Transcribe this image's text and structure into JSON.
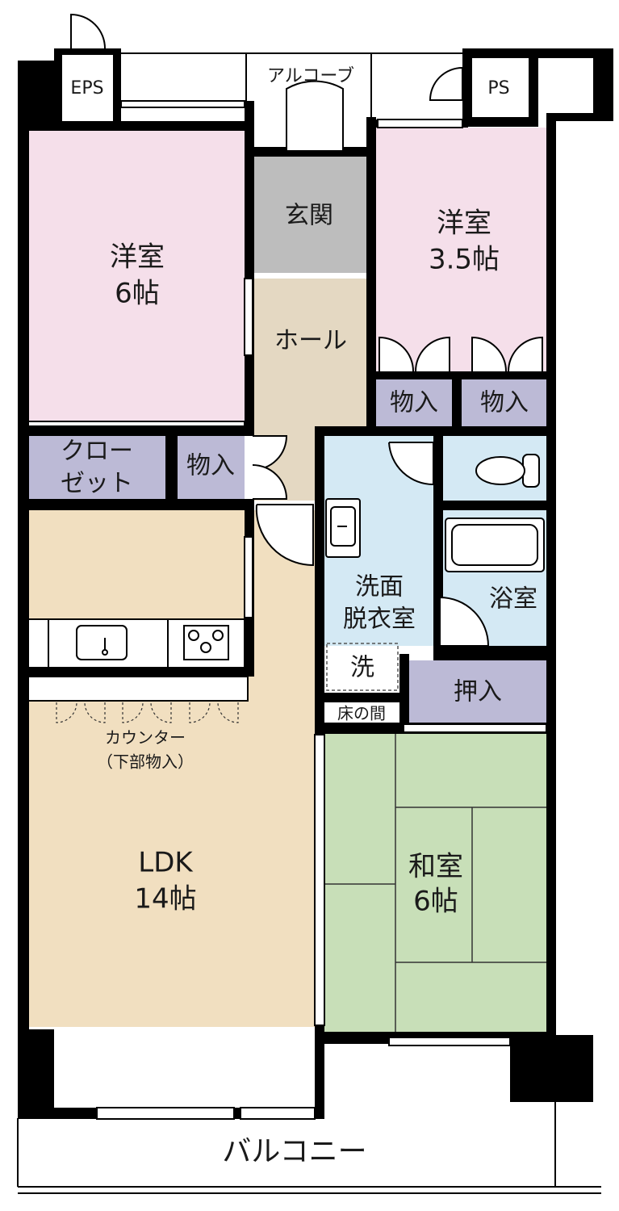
{
  "colors": {
    "western_room": "#f5dfea",
    "entrance": "#bdbdbd",
    "hall": "#e4d8c2",
    "storage": "#bcbad6",
    "wet_area": "#d4e9f4",
    "ldk": "#f1dfc0",
    "japanese_room": "#c8dfb8",
    "wall": "#000000"
  },
  "labels": {
    "eps": "EPS",
    "ps": "PS",
    "alcove": "アルコーブ",
    "genkan": "玄関",
    "western_6_name": "洋室",
    "western_6_size": "6帖",
    "western_35_name": "洋室",
    "western_35_size": "3.5帖",
    "hall": "ホール",
    "storage_1": "物入",
    "storage_2": "物入",
    "storage_3": "物入",
    "closet_line1": "クロー",
    "closet_line2": "ゼット",
    "washroom_line1": "洗面",
    "washroom_line2": "脱衣室",
    "washer": "洗",
    "bathroom": "浴室",
    "oshiire": "押入",
    "tokonoma": "床の間",
    "counter_line1": "カウンター",
    "counter_line2": "（下部物入）",
    "ldk_name": "LDK",
    "ldk_size": "14帖",
    "japanese_name": "和室",
    "japanese_size": "6帖",
    "balcony": "バルコニー"
  },
  "icons": {
    "toilet": "toilet-icon",
    "bathtub": "bathtub-icon",
    "washbasin": "washbasin-icon",
    "sink": "kitchen-sink-icon",
    "stove": "gas-stove-icon"
  }
}
